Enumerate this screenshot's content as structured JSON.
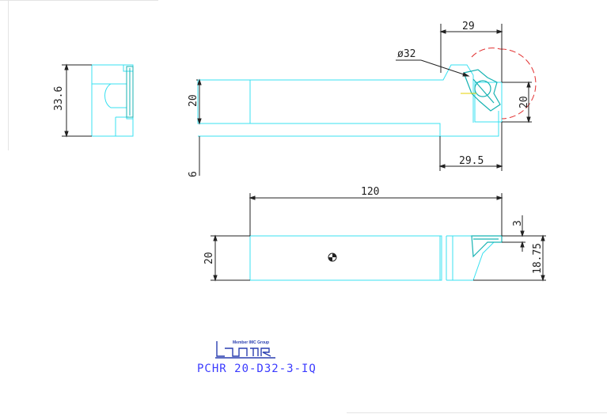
{
  "dimensions": {
    "side_view_height": "33.6",
    "top_shank_height": "20",
    "top_diameter": "ø32",
    "top_width_29": "29",
    "top_right_20": "20",
    "top_offset_6": "6",
    "top_bottom_29_5": "29.5",
    "front_length": "120",
    "front_left_20": "20",
    "front_right_3": "3",
    "front_right_18_75": "18.75"
  },
  "logo": {
    "tagline": "Member IMC Group",
    "brand": "ISCAR"
  },
  "part_code": "PCHR 20-D32-3-IQ",
  "colors": {
    "outline": "#38e0f0",
    "dims": "#222222",
    "insert": "#17b3b3",
    "accent_red": "#e23030",
    "accent_yellow": "#e6d000",
    "brand": "#2a3fb0"
  }
}
